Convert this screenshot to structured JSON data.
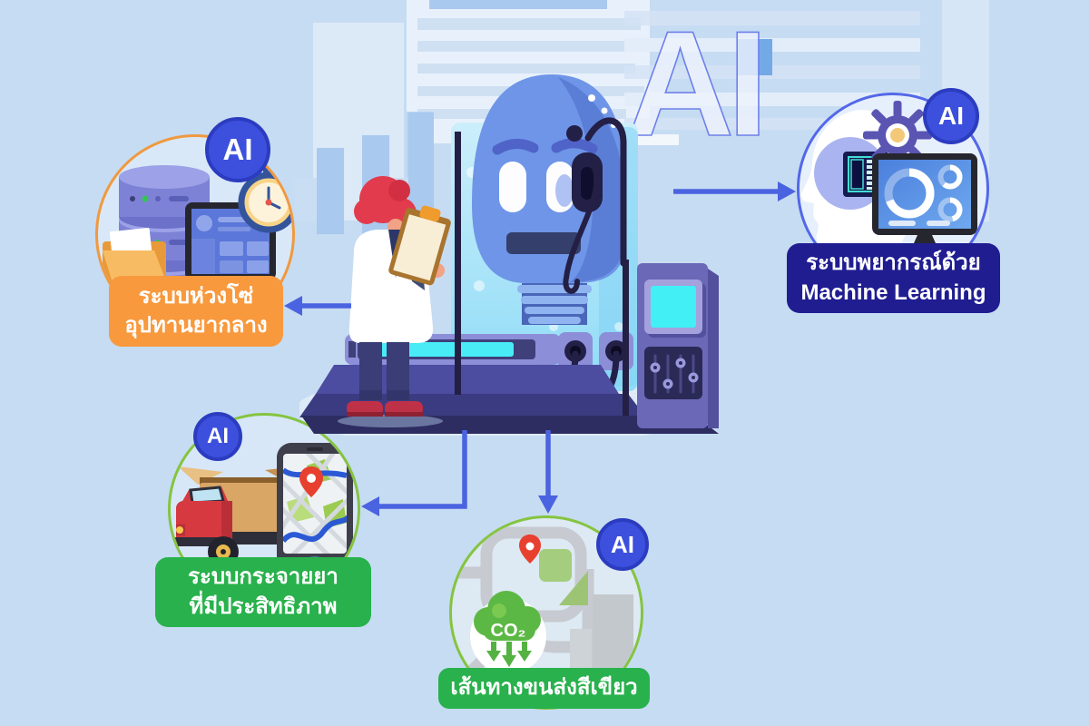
{
  "background": {
    "watermark_text": "AI"
  },
  "bubbles": {
    "supply_chain": {
      "badge": "AI",
      "label_line1": "ระบบห่วงโซ่",
      "label_line2": "อุปทานยากลาง",
      "accent_color": "#f0993f",
      "box_color": "#f8993d"
    },
    "ml_forecasting": {
      "badge": "AI",
      "label_line1": "ระบบพยากรณ์ด้วย",
      "label_line2": "Machine Learning",
      "accent_color": "#5368e8",
      "box_color": "#201d91"
    },
    "distribution": {
      "badge": "AI",
      "label_line1": "ระบบกระจายยา",
      "label_line2": "ที่มีประสิทธิภาพ",
      "accent_color": "#85c440",
      "box_color": "#28b14c"
    },
    "green_route": {
      "badge": "AI",
      "label_line1": "เส้นทางขนส่งสีเขียว",
      "co2_label": "CO₂",
      "accent_color": "#85c440",
      "box_color": "#28b14c"
    }
  },
  "colors": {
    "background": "#c6dcf2",
    "arrow": "#4a63e0",
    "badge_fill": "#3c50dd",
    "badge_border": "#2b3cc0"
  }
}
